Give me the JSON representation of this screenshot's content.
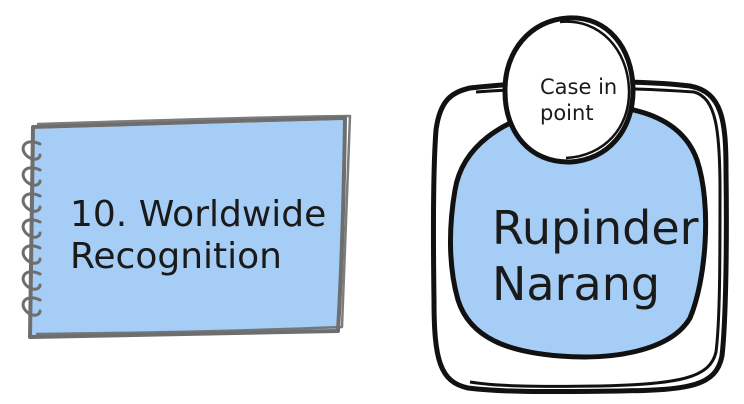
{
  "notebook": {
    "title_line1": "10. Worldwide",
    "title_line2": "Recognition"
  },
  "case": {
    "bubble_line1": "Case in",
    "bubble_line2": "point",
    "name_line1": "Rupinder",
    "name_line2": "Narang"
  },
  "colors": {
    "fill": "#a5cdf5",
    "stroke": "#111111",
    "notebook_border": "#6e6e6e",
    "background": "#ffffff"
  }
}
